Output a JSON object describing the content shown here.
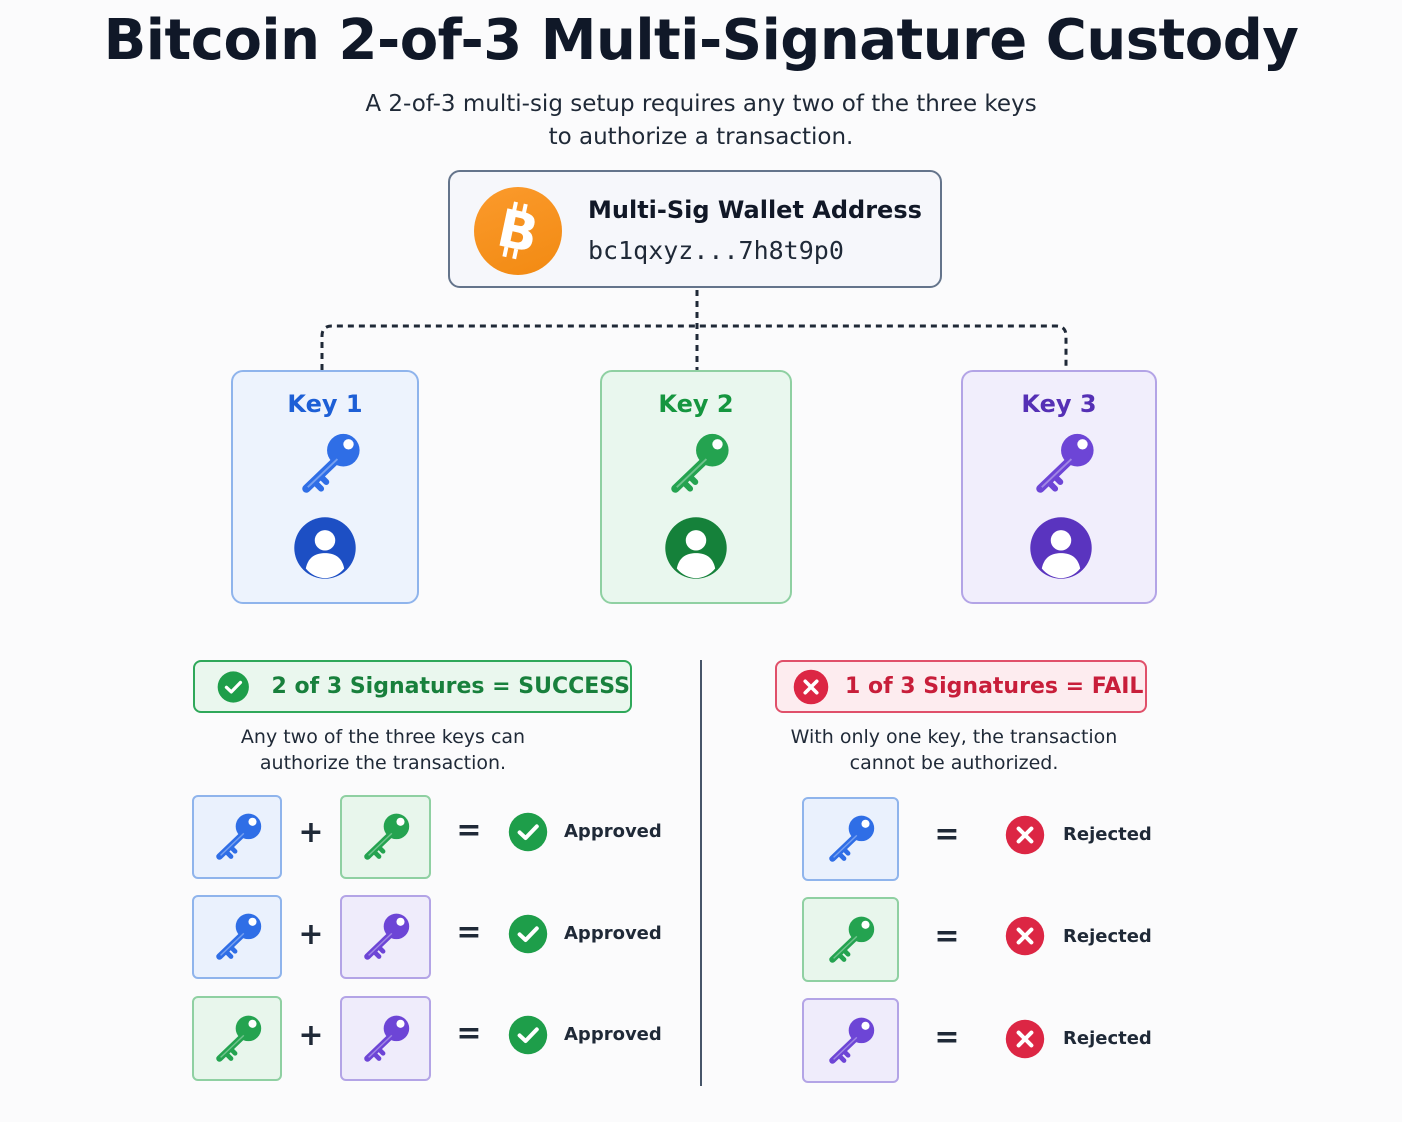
{
  "title": "Bitcoin 2-of-3 Multi-Signature Custody",
  "subtitle_line1": "A 2-of-3 multi-sig setup requires any two of the three keys",
  "subtitle_line2": "to authorize a transaction.",
  "wallet": {
    "title": "Multi-Sig Wallet Address",
    "address": "bc1qxyz...7h8t9p0",
    "icon": "bitcoin-logo"
  },
  "keys": [
    {
      "label": "Key 1",
      "color": "#2563eb"
    },
    {
      "label": "Key 2",
      "color": "#16a34a"
    },
    {
      "label": "Key 3",
      "color": "#6d3fd0"
    }
  ],
  "success": {
    "banner": "2 of 3 Signatures = SUCCESS",
    "desc_line1": "Any two of the three keys can",
    "desc_line2": "authorize the transaction.",
    "color": "#1e9e4a",
    "rows": [
      {
        "keys": [
          "Key 1",
          "Key 2"
        ],
        "result": "Approved"
      },
      {
        "keys": [
          "Key 1",
          "Key 3"
        ],
        "result": "Approved"
      },
      {
        "keys": [
          "Key 2",
          "Key 3"
        ],
        "result": "Approved"
      }
    ]
  },
  "fail": {
    "banner": "1 of 3 Signatures = FAIL",
    "desc_line1": "With only one key, the transaction",
    "desc_line2": "cannot be authorized.",
    "color": "#dc2644",
    "rows": [
      {
        "keys": [
          "Key 1"
        ],
        "result": "Rejected"
      },
      {
        "keys": [
          "Key 2"
        ],
        "result": "Rejected"
      },
      {
        "keys": [
          "Key 3"
        ],
        "result": "Rejected"
      }
    ]
  },
  "operators": {
    "plus": "+",
    "equals": "="
  }
}
